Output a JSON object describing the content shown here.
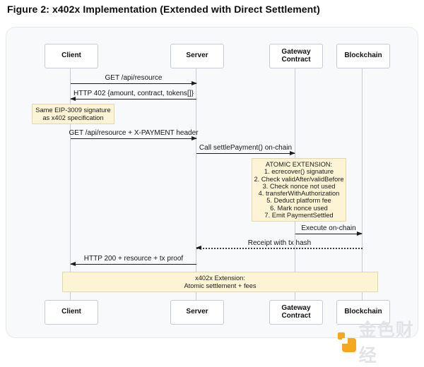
{
  "title": "Figure 2: x402x Implementation (Extended with Direct Settlement)",
  "diagram": {
    "actors": [
      {
        "name": "Client"
      },
      {
        "name": "Server"
      },
      {
        "name": "Gateway Contract"
      },
      {
        "name": "Blockchain"
      }
    ],
    "messages": [
      {
        "label": "GET /api/resource",
        "from": "Client",
        "to": "Server",
        "style": "solid"
      },
      {
        "label": "HTTP 402 {amount, contract, tokens[]}",
        "from": "Server",
        "to": "Client",
        "style": "solid"
      },
      {
        "label": "GET /api/resource + X-PAYMENT header",
        "from": "Client",
        "to": "Server",
        "style": "solid"
      },
      {
        "label": "Call settlePayment() on-chain",
        "from": "Server",
        "to": "Gateway Contract",
        "style": "solid"
      },
      {
        "label": "Execute on-chain",
        "from": "Gateway Contract",
        "to": "Blockchain",
        "style": "solid"
      },
      {
        "label": "Receipt with tx hash",
        "from": "Blockchain",
        "to": "Server",
        "style": "dotted"
      },
      {
        "label": "HTTP 200 + resource + tx proof",
        "from": "Server",
        "to": "Client",
        "style": "solid"
      }
    ],
    "notes": [
      {
        "lines": [
          "Same EIP-3009 signature",
          "as x402 specification"
        ]
      },
      {
        "lines": [
          "ATOMIC EXTENSION:",
          "1. ecrecover() signature",
          "2. Check validAfter/validBefore",
          "3. Check nonce not used",
          "4. transferWithAuthorization",
          "5. Deduct platform fee",
          "6. Mark nonce used",
          "7. Emit PaymentSettled"
        ]
      },
      {
        "lines": [
          "x402x Extension:",
          "Atomic settlement + fees"
        ]
      }
    ]
  },
  "watermark": {
    "text": "金色财经"
  },
  "colors": {
    "note_bg": "#fdf3d5",
    "note_border": "#e2d7ae",
    "panel_bg": "#f8f9fb",
    "accent_orange": "#f6a81c"
  }
}
